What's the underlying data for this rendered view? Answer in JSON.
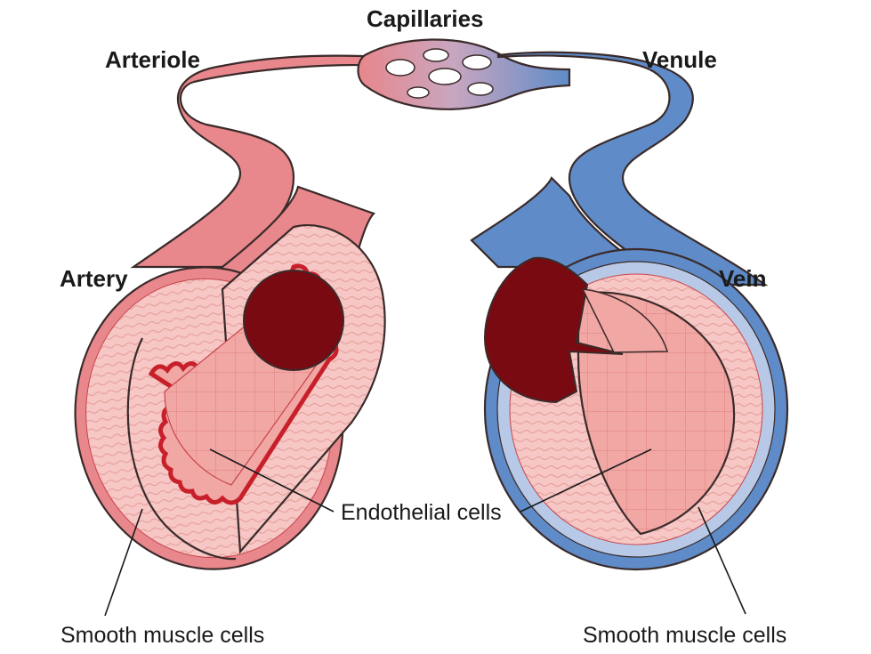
{
  "labels": {
    "capillaries": "Capillaries",
    "arteriole": "Arteriole",
    "venule": "Venule",
    "artery": "Artery",
    "vein": "Vein",
    "endothelial": "Endothelial cells",
    "smooth_muscle_left": "Smooth muscle cells",
    "smooth_muscle_right": "Smooth muscle cells"
  },
  "colors": {
    "artery": "#e8878c",
    "artery_light": "#f6c7c4",
    "artery_dark": "#c8454c",
    "vein": "#5f8cc8",
    "vein_light": "#b7c9e6",
    "lumen": "#7a0a12",
    "endothelium_red": "#c8202a",
    "inner_pink": "#f1a7a4"
  }
}
